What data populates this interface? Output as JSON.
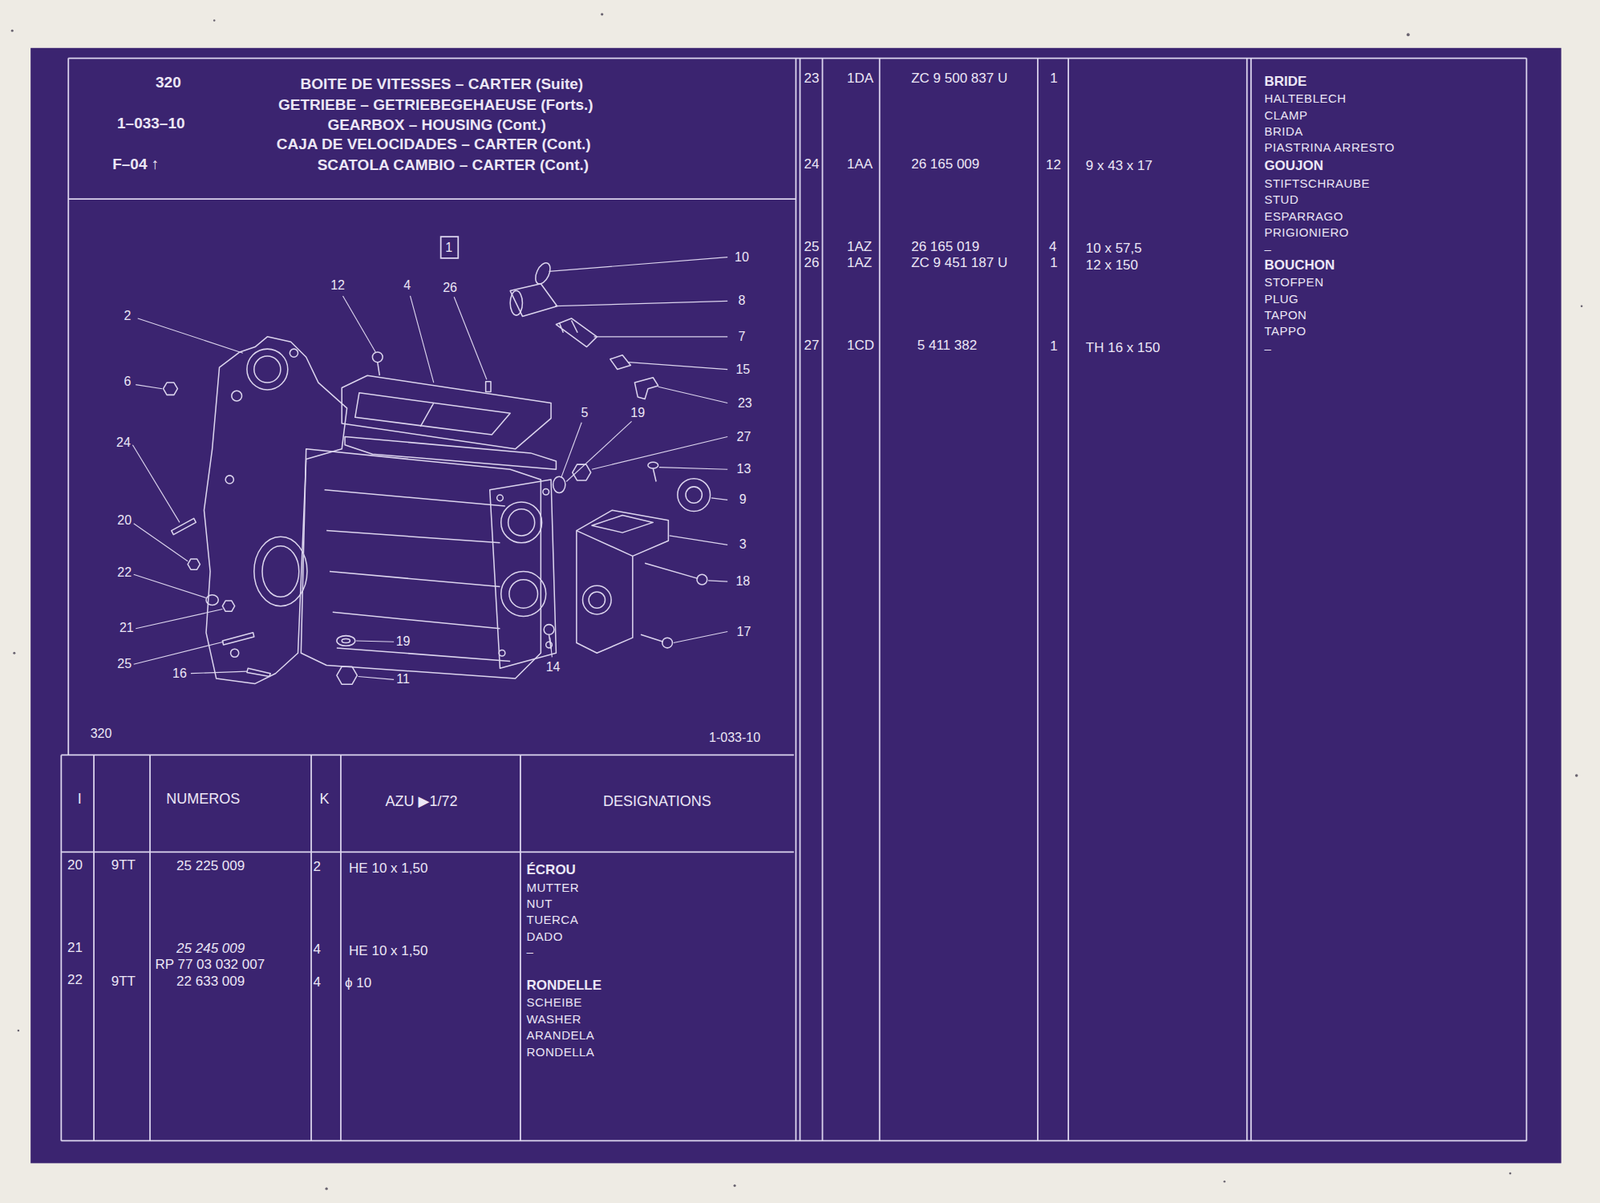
{
  "diagram": {
    "title": "BOITE DE VITESSES – CARTER (Suite)",
    "labels": [
      "320",
      "1–033–10",
      "F–04 ↑",
      "GETRIEBE – GETRIEBEGEHAEUSE (Forts.)",
      "GEARBOX – HOUSING (Cont.)",
      "CAJA DE VELOCIDADES – CARTER (Cont.)",
      "SCATOLA CAMBIO – CARTER (Cont.)",
      "1",
      "10",
      "12",
      "4",
      "26",
      "2",
      "8",
      "7",
      "15",
      "6",
      "23",
      "5",
      "19",
      "27",
      "24",
      "13",
      "9",
      "20",
      "3",
      "22",
      "18",
      "21",
      "17",
      "19",
      "25",
      "16",
      "11",
      "14",
      "320",
      "1-033-10",
      "I",
      "NUMEROS",
      "K",
      "AZU ▶1/72",
      "DESIGNATIONS",
      "20",
      "9TT",
      "25 225 009",
      "2",
      "HE 10 x 1,50",
      "ÉCROU",
      "MUTTER",
      "NUT",
      "TUERCA",
      "DADO",
      "21",
      "25 245 009",
      "RP 77 03 032 007",
      "4",
      "HE 10 x 1,50",
      "–",
      "22",
      "9TT",
      "22 633 009",
      "4",
      "ϕ 10",
      "RONDELLE",
      "SCHEIBE",
      "WASHER",
      "ARANDELA",
      "RONDELLA",
      "23",
      "1DA",
      "ZC 9 500 837 U",
      "1",
      "BRIDE",
      "HALTEBLECH",
      "CLAMP",
      "BRIDA",
      "PIASTRINA ARRESTO",
      "24",
      "1AA",
      "26 165 009",
      "12",
      "9 x 43 x 17",
      "GOUJON",
      "STIFTSCHRAUBE",
      "STUD",
      "ESPARRAGO",
      "PRIGIONIERO",
      "–",
      "25",
      "1AZ",
      "26 165 019",
      "4",
      "10 x 57,5",
      "26",
      "1AZ",
      "ZC 9 451 187 U",
      "1",
      "12 x 150",
      "BOUCHON",
      "STOFPEN",
      "PLUG",
      "TAPON",
      "TAPPO",
      "–",
      "27",
      "1CD",
      "5 411 382",
      "1",
      "TH 16 x 150"
    ]
  }
}
